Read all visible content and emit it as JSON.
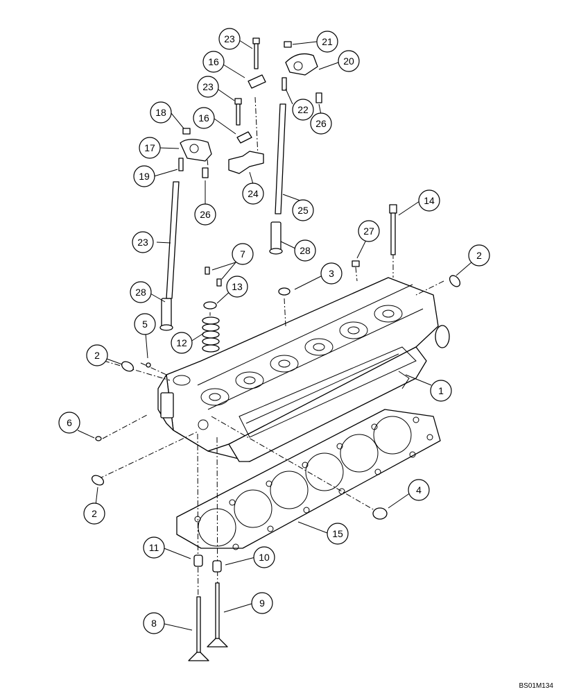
{
  "diagram": {
    "reference_code": "BS01M134",
    "callouts": [
      {
        "label": "1"
      },
      {
        "label": "2"
      },
      {
        "label": "2"
      },
      {
        "label": "2"
      },
      {
        "label": "3"
      },
      {
        "label": "4"
      },
      {
        "label": "5"
      },
      {
        "label": "6"
      },
      {
        "label": "7"
      },
      {
        "label": "8"
      },
      {
        "label": "9"
      },
      {
        "label": "10"
      },
      {
        "label": "11"
      },
      {
        "label": "12"
      },
      {
        "label": "13"
      },
      {
        "label": "14"
      },
      {
        "label": "15"
      },
      {
        "label": "16"
      },
      {
        "label": "16"
      },
      {
        "label": "17"
      },
      {
        "label": "18"
      },
      {
        "label": "19"
      },
      {
        "label": "20"
      },
      {
        "label": "21"
      },
      {
        "label": "22"
      },
      {
        "label": "23"
      },
      {
        "label": "23"
      },
      {
        "label": "23"
      },
      {
        "label": "24"
      },
      {
        "label": "25"
      },
      {
        "label": "26"
      },
      {
        "label": "26"
      },
      {
        "label": "27"
      },
      {
        "label": "28"
      },
      {
        "label": "28"
      }
    ]
  }
}
